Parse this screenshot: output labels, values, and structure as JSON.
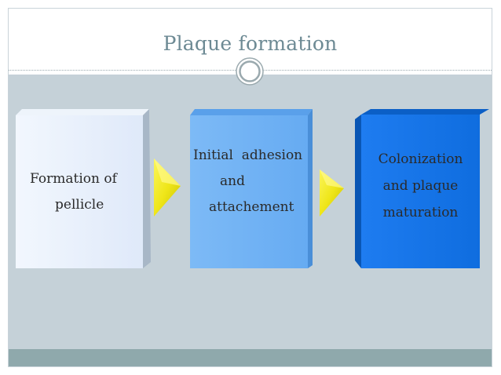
{
  "slide": {
    "title": "Plaque formation"
  },
  "steps": [
    {
      "lines": [
        "Formation of",
        "pellicle"
      ]
    },
    {
      "lines": [
        "Initial  adhesion",
        "and",
        "attachement"
      ]
    },
    {
      "lines": [
        "Colonization",
        "and plaque",
        "maturation"
      ]
    }
  ],
  "colors": {
    "title": "#6d8a94",
    "background": "#c5d1d8",
    "footer": "#8fa9ac",
    "step1": "#e4eefc",
    "step2": "#6fb1f4",
    "step3": "#1473e6",
    "arrow": "#f0e815"
  }
}
